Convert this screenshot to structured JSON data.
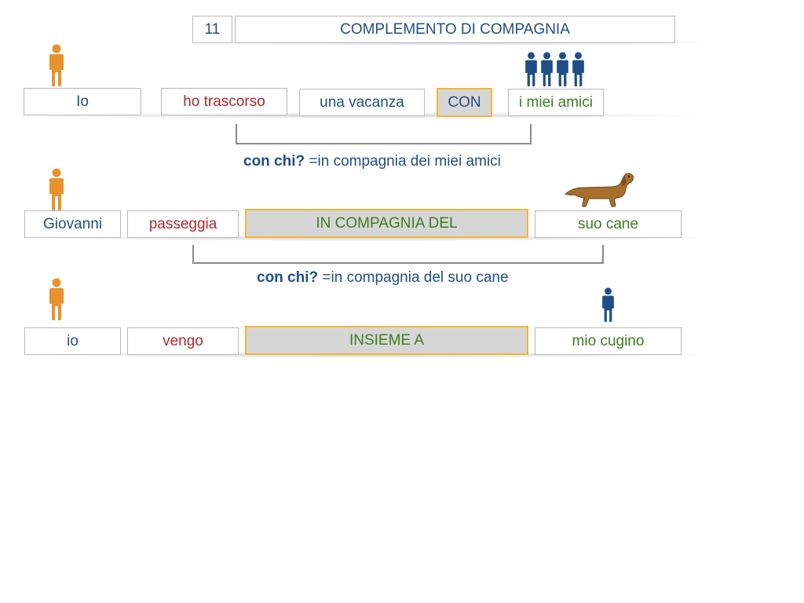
{
  "header": {
    "number": "11",
    "title": "COMPLEMENTO DI COMPAGNIA"
  },
  "rows": [
    {
      "subject": "Io",
      "verb": "ho trascorso",
      "object": "una vacanza",
      "connector": "CON",
      "complement": "i miei amici",
      "question": "con chi?",
      "answer": "=in compagnia dei miei amici"
    },
    {
      "subject": "Giovanni",
      "verb": "passeggia",
      "connector": "IN COMPAGNIA DEL",
      "complement": "suo cane",
      "question": "con chi?",
      "answer": "=in compagnia del suo cane"
    },
    {
      "subject": "io",
      "verb": "vengo",
      "connector": "INSIEME A",
      "complement": "mio cugino"
    }
  ],
  "colors": {
    "subject_text": "#234f82",
    "verb_text": "#b3282d",
    "complement_text": "#3d7d1f",
    "highlight_fill": "#d6d6d6",
    "highlight_border": "#f3b733",
    "person_orange": "#e8922e",
    "person_blue": "#1f4e86",
    "dog_brown": "#a86f2c"
  },
  "icons": {
    "subject_person": "orange-person-icon",
    "group": "blue-people-group-icon",
    "dog": "dachshund-dog-icon",
    "single_blue": "blue-person-icon"
  }
}
